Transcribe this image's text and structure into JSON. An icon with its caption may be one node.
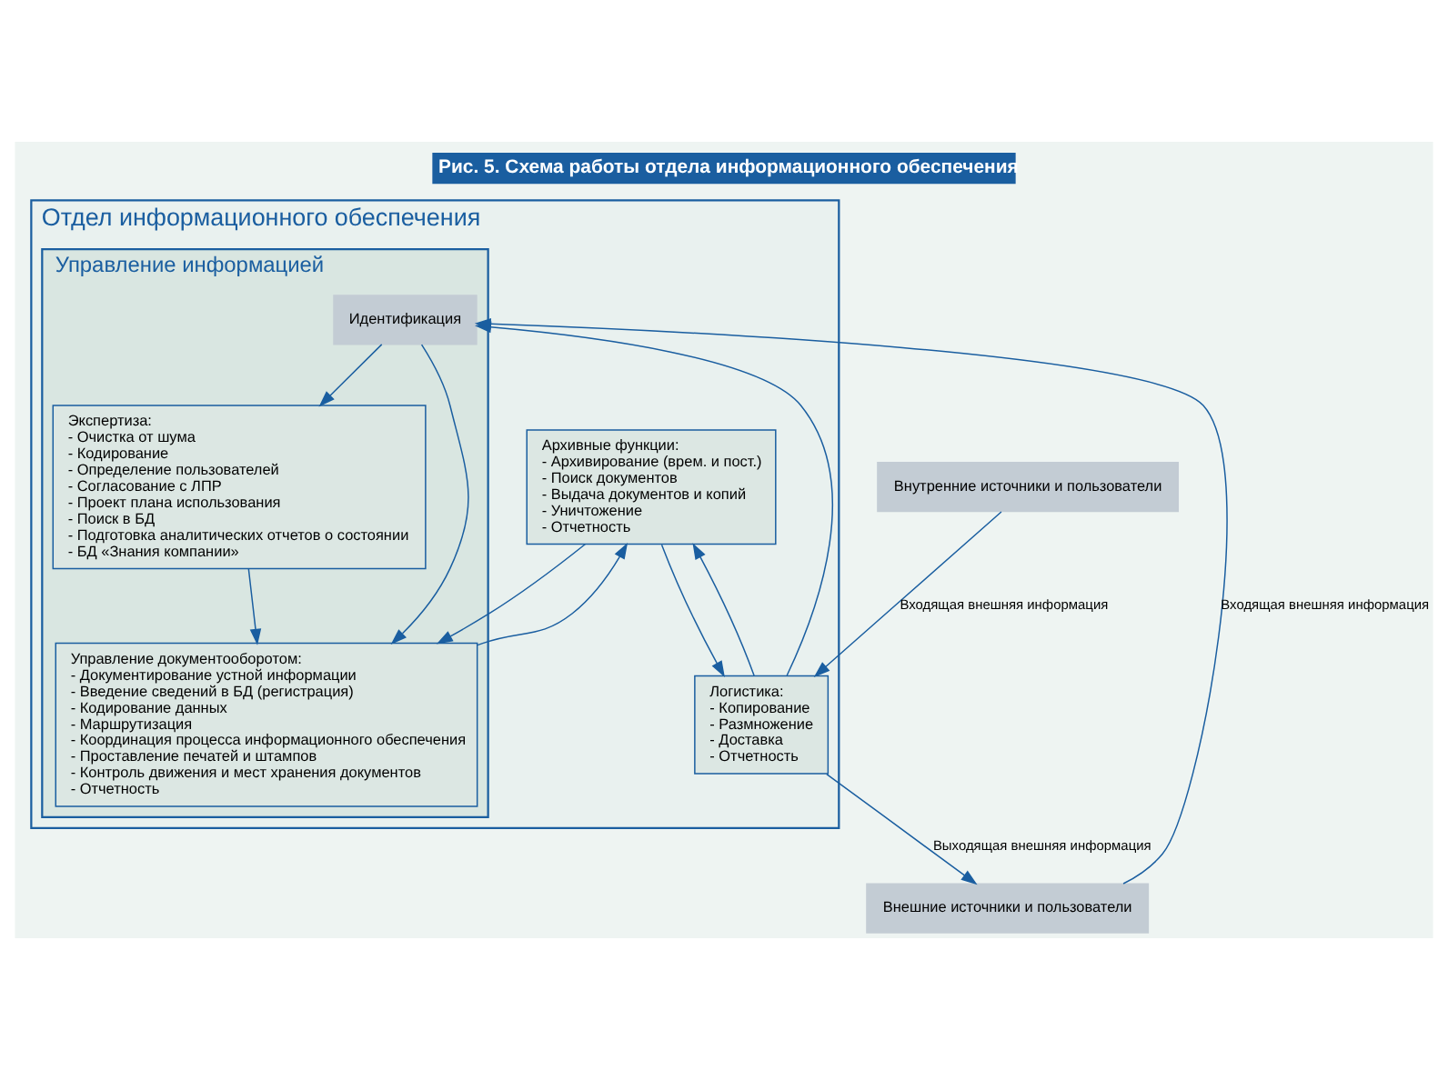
{
  "diagram": {
    "title": "Рис. 5. Схема работы отдела информационного обеспечения",
    "nodes": [
      {
        "text": [
          "Отдел информационного обеспечения"
        ]
      },
      {
        "text": [
          "Управление информацией"
        ],
        "in": 0
      },
      {
        "text": [
          "Идентификация"
        ],
        "in": 1
      },
      {
        "text": [
          "Экспертиза:",
          "- Очистка от шума",
          "- Кодирование",
          "- Определение пользователей",
          "- Согласование с ЛПР",
          "- Проект плана использования",
          "- Поиск в БД",
          "- Подготовка аналитических отчетов о состоянии",
          "- БД «Знания компании»"
        ],
        "in": 1
      },
      {
        "text": [
          "Управление документооборотом:",
          "- Документирование устной информации",
          "- Введение сведений в БД (регистрация)",
          "- Кодирование данных",
          "- Маршрутизация",
          "- Координация процесса информационного обеспечения",
          "- Проставление печатей и штампов",
          "- Контроль движения и мест хранения документов",
          "- Отчетность"
        ],
        "in": 1
      },
      {
        "text": [
          "Логистика:",
          "- Копирование",
          "- Размножение",
          "- Доставка",
          "- Отчетность"
        ],
        "in": 0
      },
      {
        "text": [
          "Архивные функции:",
          "- Архивирование (врем. и пост.)",
          "- Поиск документов",
          "- Выдача документов и копий",
          "- Уничтожение",
          "- Отчетность"
        ],
        "in": 0
      },
      {
        "text": [
          "Внутренние источники и пользователи"
        ]
      },
      {
        "text": [
          "Внешние источники и пользователи"
        ]
      }
    ],
    "edges": [
      {
        "from": 5,
        "to": 2,
        "arrow": "to"
      },
      {
        "from": 8,
        "to": 2,
        "arrow": "to",
        "label": "Входящая внешняя информация"
      },
      {
        "from": 2,
        "to": 3,
        "arrow": "to"
      },
      {
        "from": 2,
        "to": 4,
        "arrow": "to"
      },
      {
        "from": 3,
        "to": 4,
        "arrow": "to"
      },
      {
        "from": 4,
        "to": 6,
        "arrow": "to"
      },
      {
        "from": 6,
        "to": 4,
        "arrow": "to"
      },
      {
        "from": 6,
        "to": 5,
        "arrow": "to"
      },
      {
        "from": 5,
        "to": 6,
        "arrow": "to"
      },
      {
        "from": 7,
        "to": 5,
        "arrow": "to",
        "label": "Входящая внешняя информация"
      },
      {
        "from": 5,
        "to": 8,
        "arrow": "to",
        "label": "Выходящая внешняя информация"
      }
    ]
  }
}
